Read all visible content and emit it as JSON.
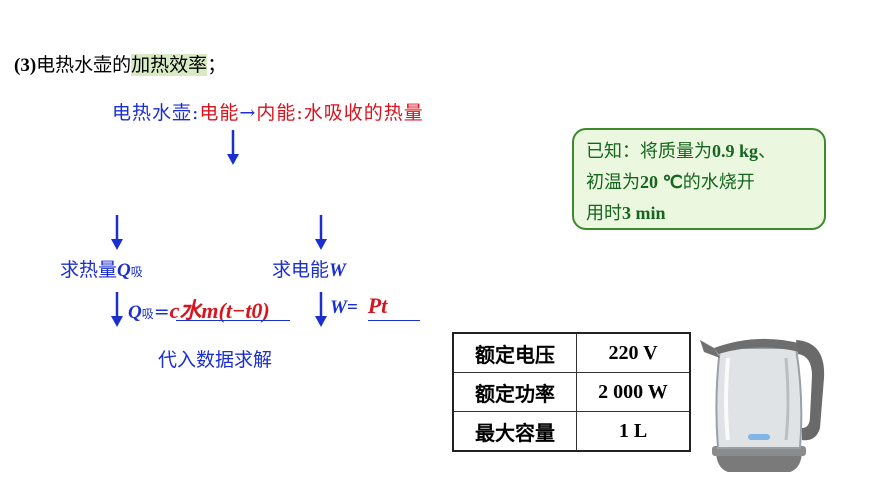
{
  "heading": {
    "number": "(3)",
    "prefix": "电热水壶的",
    "highlight": "加热效率",
    "suffix": "；"
  },
  "flow": {
    "part1": "电热水壶:",
    "part2": "电能",
    "part3": "→",
    "part4": "内能",
    "part5": ":水吸收的热量"
  },
  "known": {
    "line1": "已知：将质量为",
    "mass": "0.9 kg",
    "line1_end": "、",
    "line2": "初温为",
    "temp": "20 ℃",
    "line2_end": "的水烧开",
    "line3": "用时",
    "time": "3 min"
  },
  "left_branch": {
    "label_prefix": "求热量",
    "symbol": "Q",
    "symbol_sub": "吸",
    "formula_lhs_sub": "吸",
    "formula": "c水m(t−t0)"
  },
  "right_branch": {
    "label_prefix": "求电能",
    "symbol": "W",
    "formula_lhs": "W=",
    "formula": "Pt"
  },
  "solve_text": "代入数据求解",
  "spec_table": [
    {
      "key": "额定电压",
      "value": "220 V"
    },
    {
      "key": "额定功率",
      "value": "2 000 W"
    },
    {
      "key": "最大容量",
      "value": "1 L"
    }
  ]
}
